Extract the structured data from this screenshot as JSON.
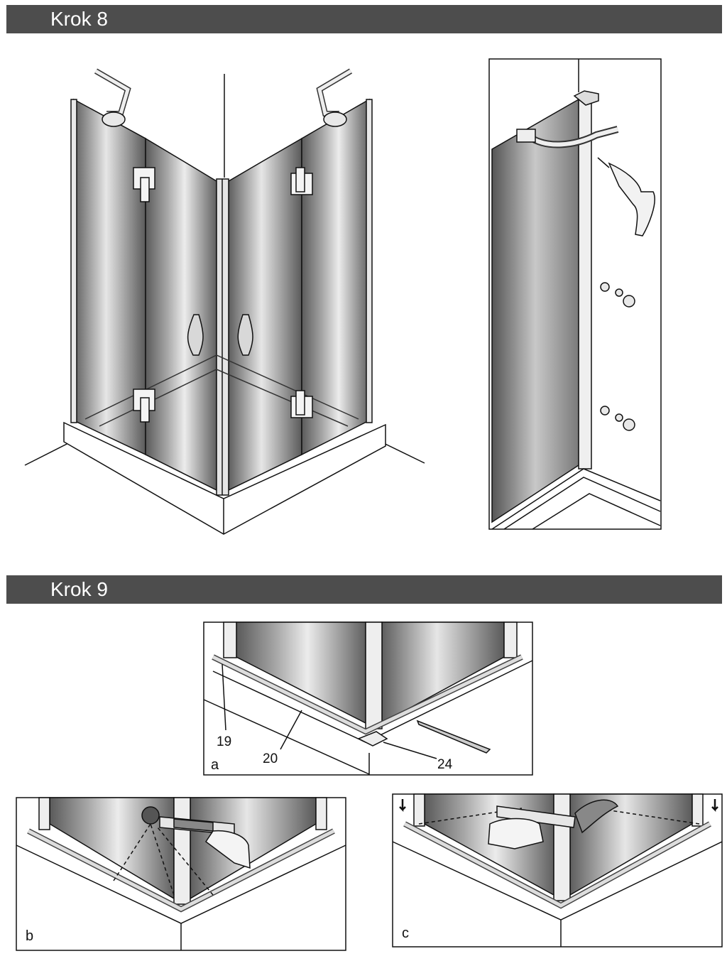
{
  "steps": [
    {
      "title": "Krok 8"
    },
    {
      "title": "Krok 9"
    }
  ],
  "step9": {
    "panel_a": {
      "letter": "a",
      "callouts": [
        "19",
        "20",
        "24"
      ]
    },
    "panel_b": {
      "letter": "b"
    },
    "panel_c": {
      "letter": "c"
    }
  },
  "colors": {
    "header_bg": "#4d4d4d",
    "header_text": "#ffffff",
    "glass_dark": "#6e6e6e",
    "glass_light": "#d9d9d9"
  },
  "icons": [
    "shower-enclosure-illustration",
    "drill-icon",
    "silicone-gun-icon",
    "hand-icon",
    "screw-icon"
  ]
}
